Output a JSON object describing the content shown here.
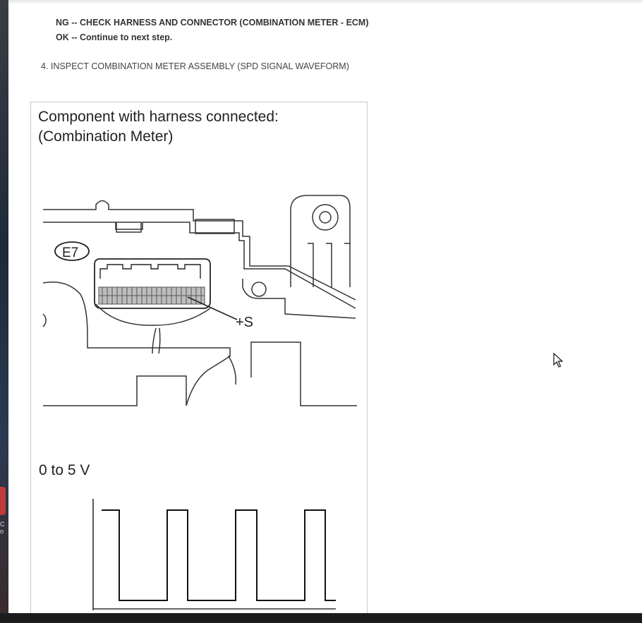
{
  "results": {
    "ng_line": "NG -- CHECK HARNESS AND CONNECTOR (COMBINATION METER - ECM)",
    "ok_line": "OK -- Continue to next step."
  },
  "step": {
    "heading": "4. INSPECT COMBINATION METER ASSEMBLY (SPD SIGNAL WAVEFORM)"
  },
  "figure": {
    "caption_line1": "Component with harness connected:",
    "caption_line2": "(Combination Meter)",
    "connector_id": "E7",
    "terminal_label": "+S",
    "voltage_label": "0 to 5 V"
  },
  "desktop": {
    "caption": "C\no"
  },
  "icons": {
    "cursor": "mouse-pointer-icon"
  }
}
